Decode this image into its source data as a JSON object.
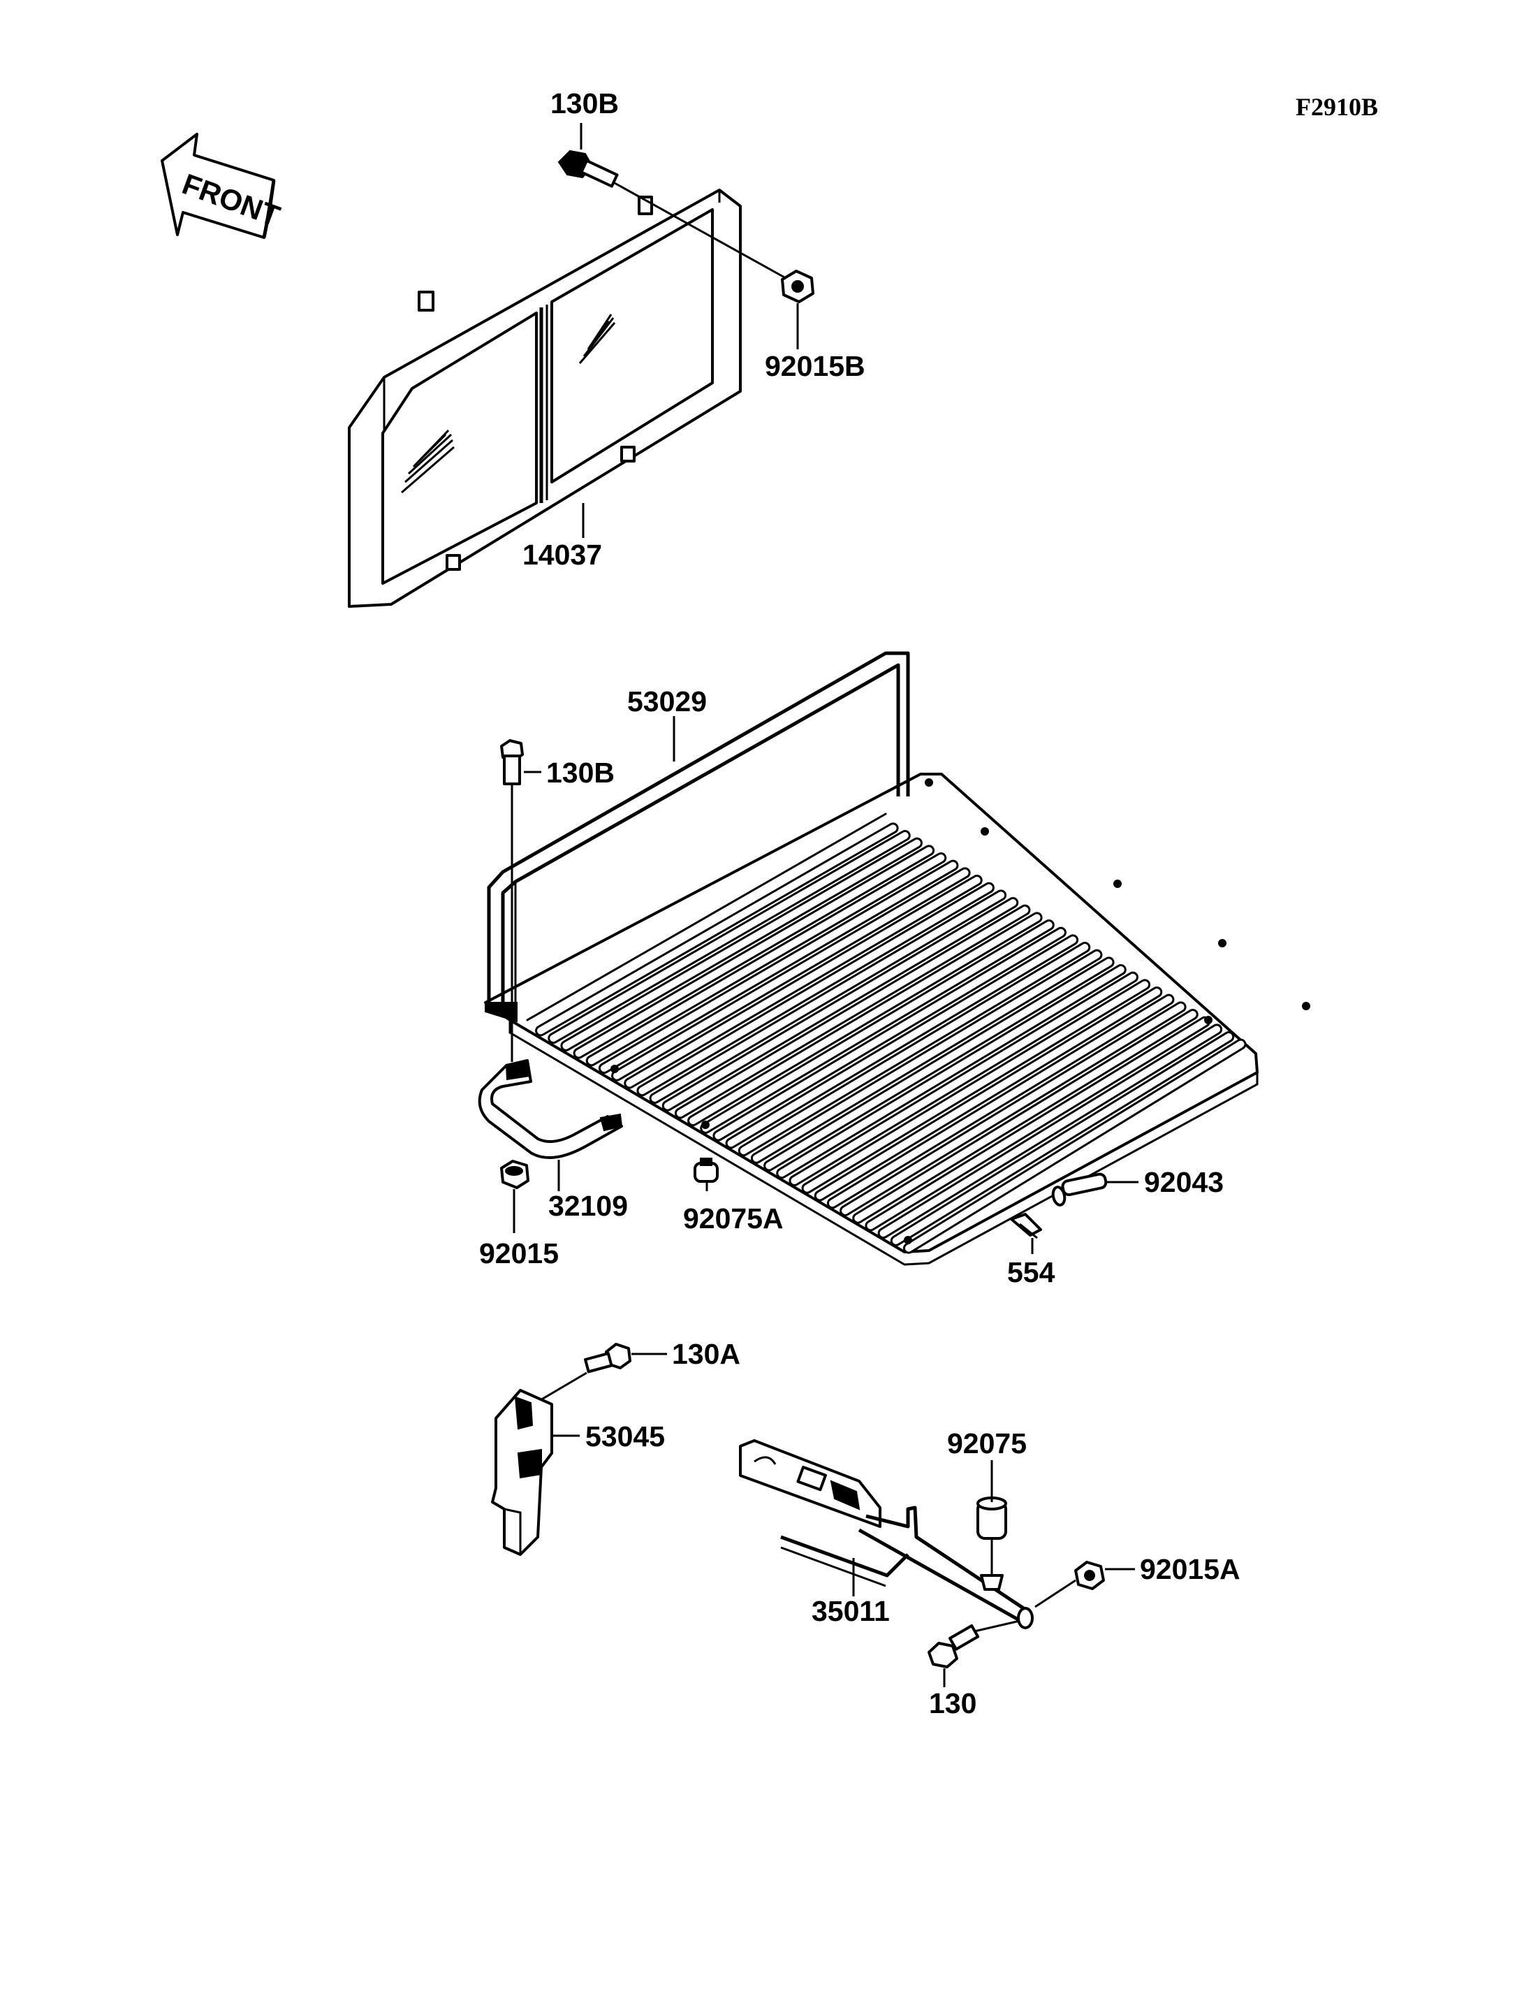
{
  "diagram_code": "F2910B",
  "front_arrow": {
    "label": "FRONT"
  },
  "callouts": {
    "p130B_top": "130B",
    "p92015B": "92015B",
    "p14037": "14037",
    "p53029": "53029",
    "p130B_mid": "130B",
    "p32109": "32109",
    "p92015": "92015",
    "p92075A": "92075A",
    "p92043": "92043",
    "p554": "554",
    "p130A": "130A",
    "p53045": "53045",
    "p92075": "92075",
    "p92015A": "92015A",
    "p35011": "35011",
    "p130": "130"
  }
}
